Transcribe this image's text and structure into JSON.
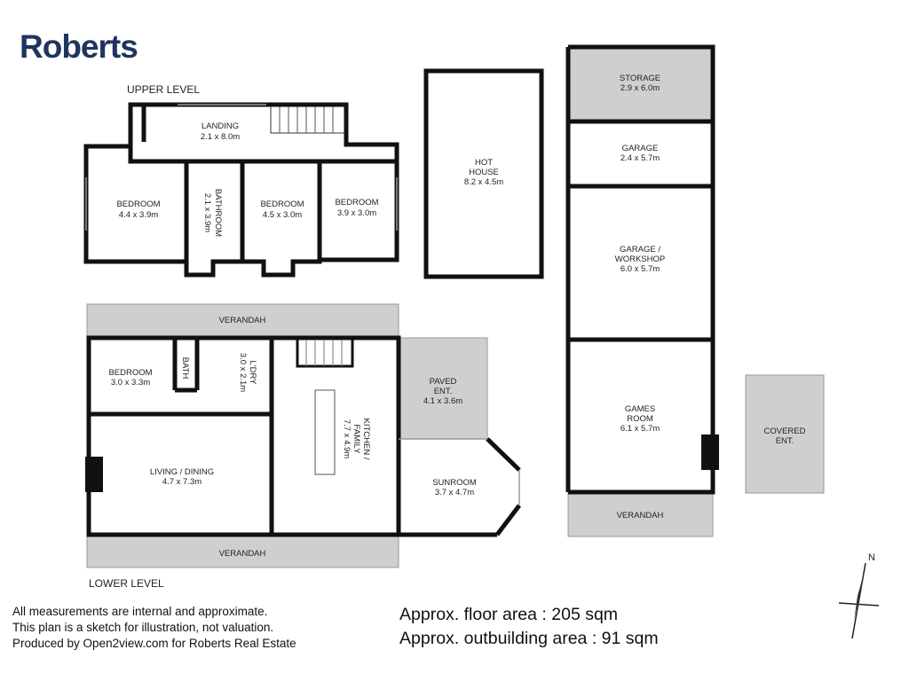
{
  "brand": {
    "logo_text": "Roberts",
    "color": "#1f3560"
  },
  "levels": {
    "upper": "UPPER LEVEL",
    "lower": "LOWER LEVEL"
  },
  "upper_rooms": {
    "landing": {
      "name": "LANDING",
      "size": "2.1 x 8.0m"
    },
    "bedroom1": {
      "name": "BEDROOM",
      "size": "4.4 x 3.9m"
    },
    "bathroom": {
      "name": "BATHROOM",
      "size": "2.1 x 3.9m"
    },
    "bedroom2": {
      "name": "BEDROOM",
      "size": "4.5 x 3.0m"
    },
    "bedroom3": {
      "name": "BEDROOM",
      "size": "3.9 x 3.0m"
    }
  },
  "hot_house": {
    "name": "HOT",
    "name2": "HOUSE",
    "size": "8.2 x 4.5m"
  },
  "outbuilding": {
    "storage": {
      "name": "STORAGE",
      "size": "2.9 x 6.0m"
    },
    "garage": {
      "name": "GARAGE",
      "size": "2.4 x 5.7m"
    },
    "workshop": {
      "name": "GARAGE /",
      "name2": "WORKSHOP",
      "size": "6.0 x 5.7m"
    },
    "games": {
      "name": "GAMES",
      "name2": "ROOM",
      "size": "6.1 x 5.7m"
    },
    "verandah": {
      "name": "VERANDAH"
    }
  },
  "covered_ent": {
    "name": "COVERED",
    "name2": "ENT."
  },
  "lower_rooms": {
    "verandah_top": {
      "name": "VERANDAH"
    },
    "verandah_bottom": {
      "name": "VERANDAH"
    },
    "bedroom": {
      "name": "BEDROOM",
      "size": "3.0 x 3.3m"
    },
    "bath": {
      "name": "BATH"
    },
    "laundry": {
      "name": "L'DRY",
      "size": "3.0 x 2.1m"
    },
    "living": {
      "name": "LIVING / DINING",
      "size": "4.7 x 7.3m"
    },
    "kitchen": {
      "name": "KITCHEN /",
      "name2": "FAMILY",
      "size": "7.7 x 4.9m"
    },
    "paved": {
      "name": "PAVED",
      "name2": "ENT.",
      "size": "4.1 x 3.6m"
    },
    "sunroom": {
      "name": "SUNROOM",
      "size": "3.7 x 4.7m"
    }
  },
  "compass": {
    "label": "N"
  },
  "notes": [
    "All measurements are internal and approximate.",
    "This plan is a sketch for illustration, not valuation.",
    "Produced by Open2view.com for Roberts Real Estate"
  ],
  "areas": {
    "floor": "Approx. floor area : 205 sqm",
    "outbuilding": "Approx. outbuilding area : 91 sqm"
  }
}
